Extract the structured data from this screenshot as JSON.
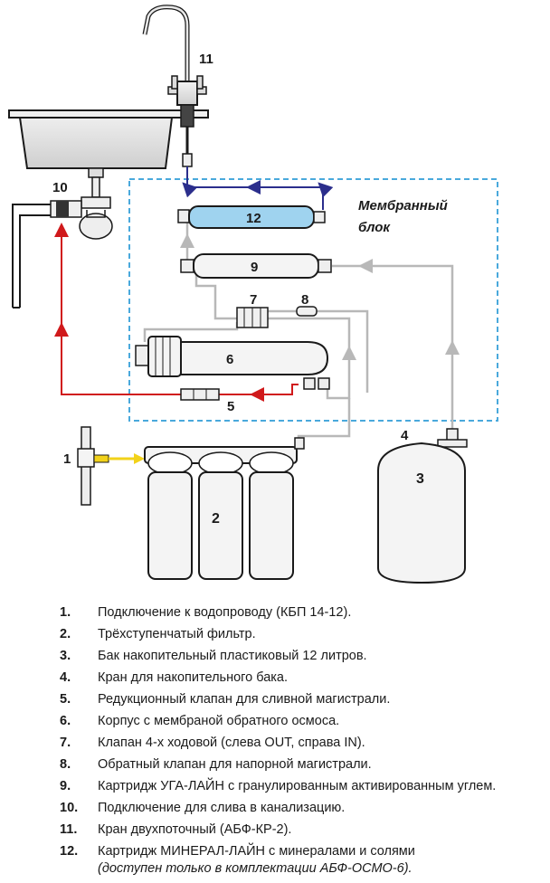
{
  "diagram": {
    "block_title_line1": "Мембранный",
    "block_title_line2": "блок",
    "labels": [
      "1",
      "2",
      "3",
      "4",
      "5",
      "6",
      "7",
      "8",
      "9",
      "10",
      "11",
      "12"
    ],
    "colors": {
      "outline": "#1a1a1a",
      "drain_line": "#d0191b",
      "product_line": "#2b2e8c",
      "feed_line": "#b8b8b8",
      "block_border": "#4aa9dc",
      "cartridge_12_fill": "#9fd3ef",
      "inlet_arrow": "#f2d21a"
    },
    "icons": [
      "faucet-icon",
      "sink-icon",
      "drain-siphon-icon",
      "inlet-valve-icon",
      "prefilter-icon",
      "tank-icon",
      "membrane-housing-icon",
      "cartridge-icon",
      "valve-icon"
    ]
  },
  "legend": [
    {
      "num": "1.",
      "text": "Подключение к водопроводу (КБП 14-12)."
    },
    {
      "num": "2.",
      "text": "Трёхступенчатый фильтр."
    },
    {
      "num": "3.",
      "text": "Бак накопительный пластиковый 12 литров."
    },
    {
      "num": "4.",
      "text": "Кран для накопительного бака."
    },
    {
      "num": "5.",
      "text": "Редукционный клапан для сливной магистрали."
    },
    {
      "num": "6.",
      "text": "Корпус с мембраной обратного осмоса."
    },
    {
      "num": "7.",
      "text": "Клапан 4-х ходовой (слева OUT, справа IN)."
    },
    {
      "num": "8.",
      "text": "Обратный клапан для напорной магистрали."
    },
    {
      "num": "9.",
      "text": "Картридж УГА-ЛАЙН с гранулированным активированным углем."
    },
    {
      "num": "10.",
      "text": "Подключение для слива в канализацию."
    },
    {
      "num": "11.",
      "text": "Кран двухпоточный (АБФ-КР-2)."
    },
    {
      "num": "12.",
      "text": "Картридж МИНЕРАЛ-ЛАЙН с минералами и солями"
    }
  ],
  "legend_note": "(доступен только в комплектации АБФ-ОСМО-6)."
}
